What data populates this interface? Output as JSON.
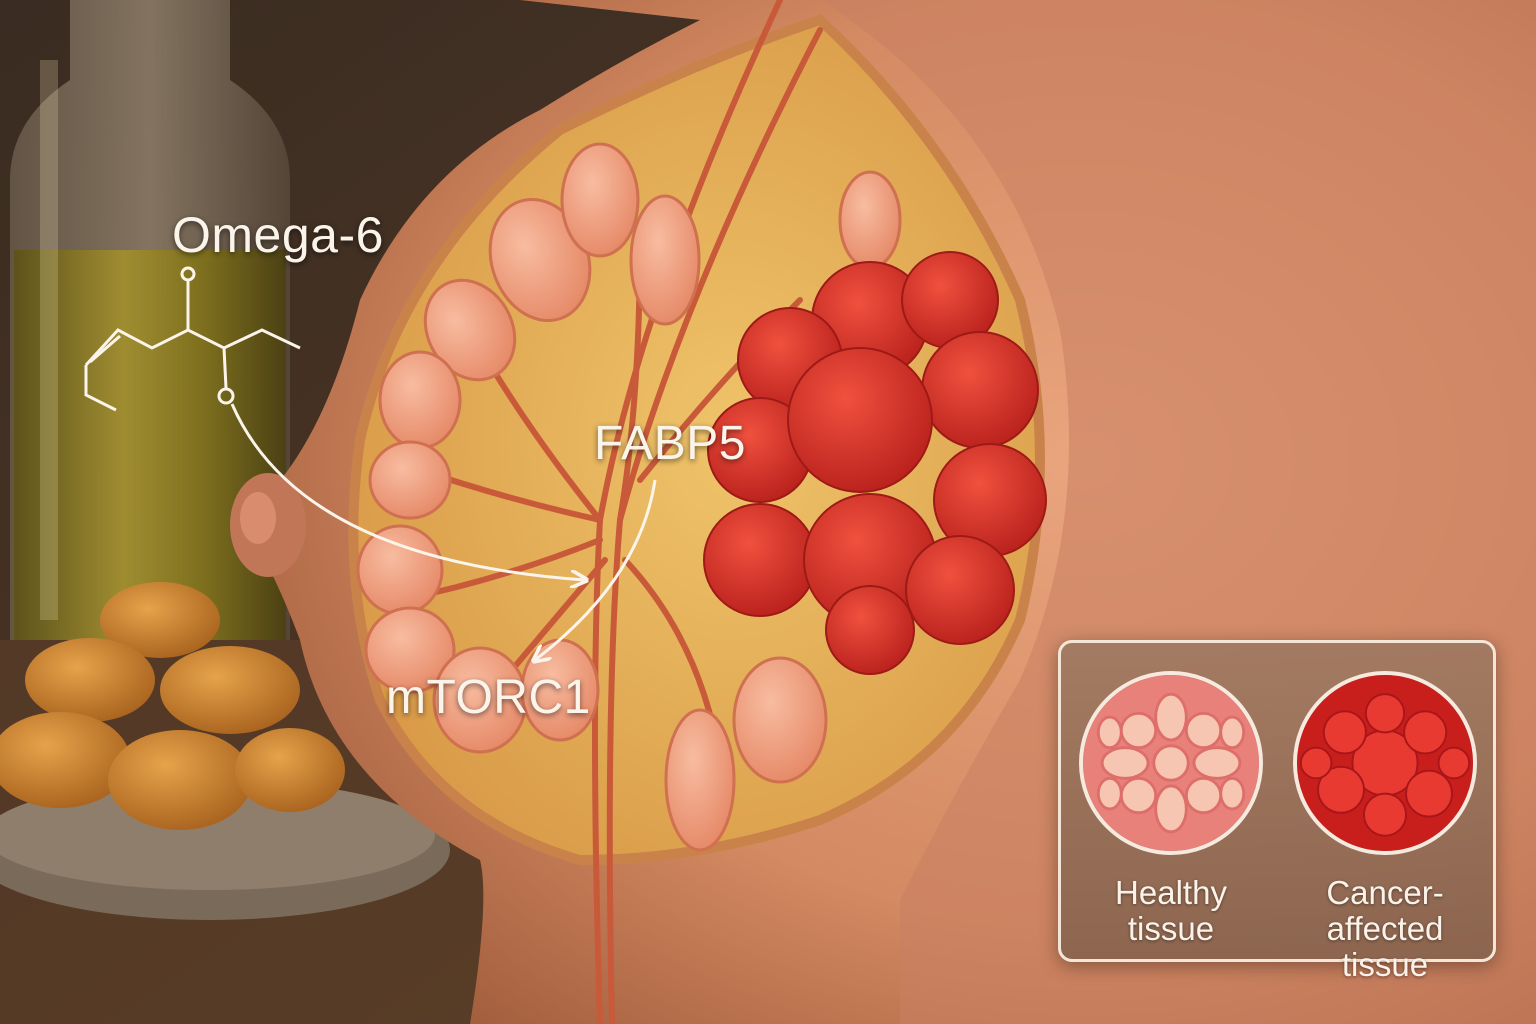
{
  "labels": {
    "molecule": "Omega-6",
    "protein": "FABP5",
    "pathway": "mTORC1"
  },
  "inset": {
    "healthy": {
      "line1": "Healthy",
      "line2": "tissue"
    },
    "cancer": {
      "line1": "Cancer-affected",
      "line2": "tissue"
    }
  },
  "colors": {
    "tumor": "#d8322a",
    "lobule": "#f0a07c",
    "fat": "#e8b85a",
    "skin": "#d9906a",
    "oil": "#8a7a1c"
  }
}
